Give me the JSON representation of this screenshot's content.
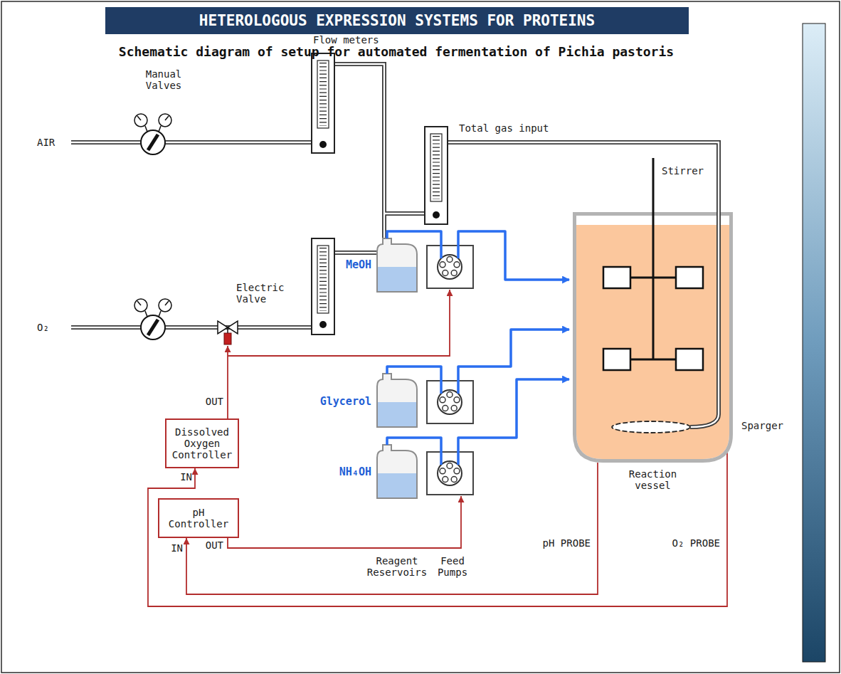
{
  "diagram": {
    "title": "HETEROLOGOUS EXPRESSION SYSTEMS FOR PROTEINS",
    "caption": "Schematic diagram of setup for automated fermentation of Pichia pastoris",
    "nodes": [
      {
        "text": [
          "Dissolved Oxygen Controller"
        ]
      },
      {
        "text": [
          "pH Controller"
        ]
      },
      {
        "text": [
          "Reaction vessel"
        ]
      }
    ],
    "edges": [
      {
        "from": 2,
        "to": 1,
        "arrow": "to",
        "label": "pH PROBE"
      },
      {
        "from": 2,
        "to": 0,
        "arrow": "to",
        "label": "O₂ PROBE"
      }
    ],
    "labels": [
      "Flow meters",
      "Manual Valves",
      "Total gas input",
      "AIR",
      "Stirrer",
      "MeOH",
      "Electric Valve",
      "O₂",
      "OUT",
      "Glycerol",
      "Sparger",
      "IN",
      "NH₄OH",
      "IN",
      "OUT",
      "Reagent Reservoirs",
      "Feed Pumps"
    ]
  }
}
